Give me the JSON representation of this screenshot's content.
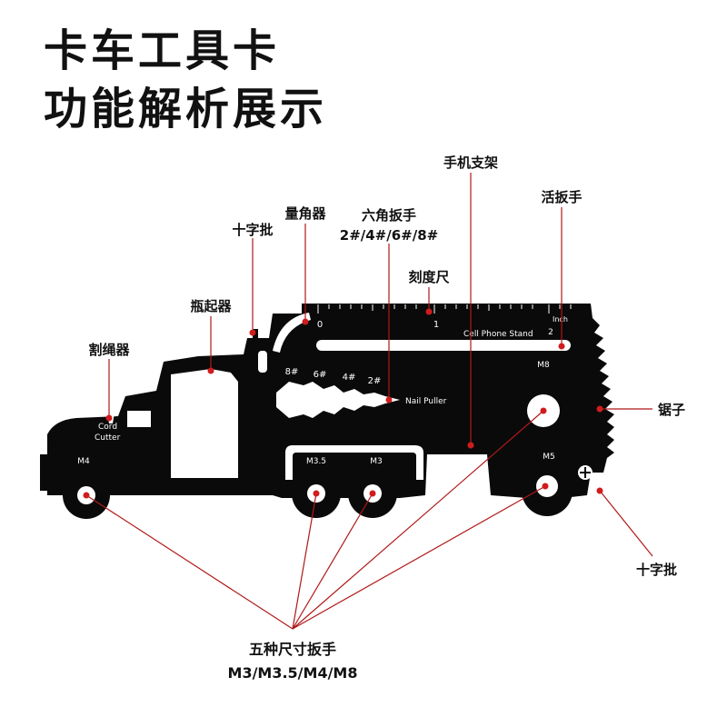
{
  "title": {
    "line1": "卡车工具卡",
    "line2": "功能解析展示"
  },
  "callouts": {
    "phone_stand": "手机支架",
    "adjustable_wrench": "活扳手",
    "hex_wrench": "六角扳手",
    "hex_sizes": "2#/4#/6#/8#",
    "angle_gauge": "量角器",
    "phillips_top": "十字批",
    "bottle_opener": "瓶起器",
    "rope_cutter": "割绳器",
    "ruler": "刻度尺",
    "saw": "锯子",
    "phillips_bottom": "十字批",
    "five_wrenches": "五种尺寸扳手",
    "wrench_sizes": "M3/M3.5/M4/M8"
  },
  "card_text": {
    "cord": "Cord",
    "cutter": "Cutter",
    "cell_phone_stand": "Cell Phone Stand",
    "inch": "Inch",
    "nail_puller": "Nail Puller",
    "ruler_0": "0",
    "ruler_1": "1",
    "ruler_2": "2",
    "hex_8": "8#",
    "hex_6": "6#",
    "hex_4": "4#",
    "hex_2": "2#",
    "m8": "M8",
    "m5": "M5",
    "m4": "M4",
    "m35": "M3.5",
    "m3": "M3"
  },
  "colors": {
    "card": "#0a0a0a",
    "leader_line": "#b01818",
    "dot": "#d01c1c",
    "text": "#111111"
  }
}
